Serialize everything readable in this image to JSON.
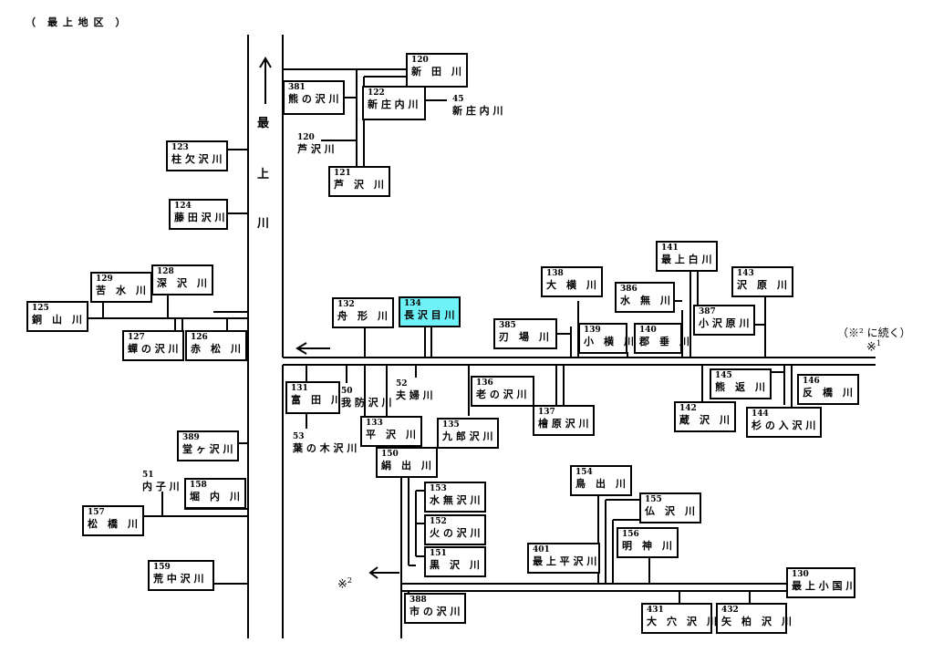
{
  "title": "（　最 上 地 区　）",
  "main_river": [
    "最",
    "上",
    "川"
  ],
  "continued_note": "（※² に続く）",
  "marks": {
    "m1": "※",
    "m1_sup": "1",
    "m2": "※",
    "m2_sup": "2"
  },
  "rivers": {
    "r120": {
      "num": "120",
      "name": "新　田　川"
    },
    "r381": {
      "num": "381",
      "name": "熊 の 沢 川"
    },
    "r122": {
      "num": "122",
      "name": "新 庄 内 川"
    },
    "r45": {
      "num": "45",
      "name": "新 庄 内 川"
    },
    "r120b": {
      "num": "120",
      "name": "芦 沢 川"
    },
    "r121": {
      "num": "121",
      "name": "芦　沢　川"
    },
    "r123": {
      "num": "123",
      "name": "柱 欠 沢 川"
    },
    "r124": {
      "num": "124",
      "name": "藤 田 沢 川"
    },
    "r129": {
      "num": "129",
      "name": "苦　水　川"
    },
    "r128": {
      "num": "128",
      "name": "深　沢　川"
    },
    "r125": {
      "num": "125",
      "name": "銅　山　川"
    },
    "r127": {
      "num": "127",
      "name": "蟬 の 沢 川"
    },
    "r126": {
      "num": "126",
      "name": "赤　松　川"
    },
    "r132": {
      "num": "132",
      "name": "舟　形　川"
    },
    "r134": {
      "num": "134",
      "name": "長 沢 目 川"
    },
    "r138": {
      "num": "138",
      "name": "大　横　川"
    },
    "r385": {
      "num": "385",
      "name": "刃　場　川"
    },
    "r139": {
      "num": "139",
      "name": "小　横　川"
    },
    "r140": {
      "num": "140",
      "name": "郡　垂　川"
    },
    "r386": {
      "num": "386",
      "name": "水　無　川"
    },
    "r141": {
      "num": "141",
      "name": "最 上 白 川"
    },
    "r387": {
      "num": "387",
      "name": "小 沢 原 川"
    },
    "r143": {
      "num": "143",
      "name": "沢　原　川"
    },
    "r131": {
      "num": "131",
      "name": "富　田　川"
    },
    "r50": {
      "num": "50",
      "name": "我 防 沢 川"
    },
    "r52": {
      "num": "52",
      "name": "夫 婦 川"
    },
    "r53": {
      "num": "53",
      "name": "葉 の 木 沢 川"
    },
    "r133": {
      "num": "133",
      "name": "平　沢　川"
    },
    "r135": {
      "num": "135",
      "name": "九 郎 沢 川"
    },
    "r136": {
      "num": "136",
      "name": "老 の 沢 川"
    },
    "r137": {
      "num": "137",
      "name": "檜 原 沢 川"
    },
    "r142": {
      "num": "142",
      "name": "蔵　沢　川"
    },
    "r145": {
      "num": "145",
      "name": "熊　返　川"
    },
    "r146": {
      "num": "146",
      "name": "反　橋　川"
    },
    "r144": {
      "num": "144",
      "name": "杉 の 入 沢 川"
    },
    "r150": {
      "num": "150",
      "name": "絹　出　川"
    },
    "r153": {
      "num": "153",
      "name": "水 無 沢 川"
    },
    "r152": {
      "num": "152",
      "name": "火 の 沢 川"
    },
    "r151": {
      "num": "151",
      "name": "黒　沢　川"
    },
    "r154": {
      "num": "154",
      "name": "鳥　出　川"
    },
    "r155": {
      "num": "155",
      "name": "仏　沢　川"
    },
    "r156": {
      "num": "156",
      "name": "明　神　川"
    },
    "r401": {
      "num": "401",
      "name": "最 上 平 沢 川"
    },
    "r130": {
      "num": "130",
      "name": "最 上 小 国 川"
    },
    "r388": {
      "num": "388",
      "name": "市 の 沢 川"
    },
    "r431": {
      "num": "431",
      "name": "大　穴　沢　川"
    },
    "r432": {
      "num": "432",
      "name": "矢　柏　沢　川"
    },
    "r389": {
      "num": "389",
      "name": "堂 ヶ 沢 川"
    },
    "r51": {
      "num": "51",
      "name": "内 子 川"
    },
    "r158": {
      "num": "158",
      "name": "堀　内　川"
    },
    "r157": {
      "num": "157",
      "name": "松　橋　川"
    },
    "r159": {
      "num": "159",
      "name": "荒 中 沢 川"
    }
  }
}
